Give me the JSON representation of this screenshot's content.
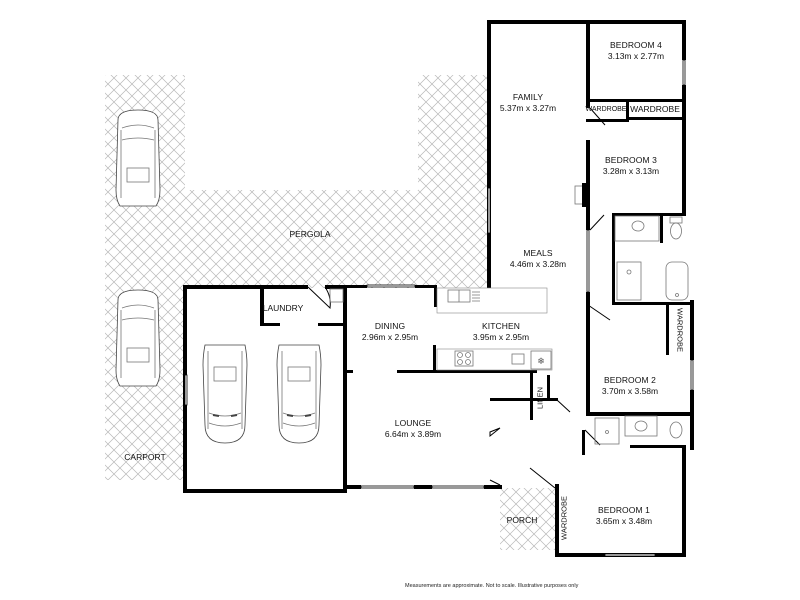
{
  "plan": {
    "rooms": [
      {
        "id": "family",
        "name": "FAMILY",
        "dims": "5.37m x 3.27m"
      },
      {
        "id": "bedroom4",
        "name": "BEDROOM 4",
        "dims": "3.13m x 2.77m"
      },
      {
        "id": "bedroom3",
        "name": "BEDROOM 3",
        "dims": "3.28m x 3.13m"
      },
      {
        "id": "meals",
        "name": "MEALS",
        "dims": "4.46m x 3.28m"
      },
      {
        "id": "dining",
        "name": "DINING",
        "dims": "2.96m x 2.95m"
      },
      {
        "id": "kitchen",
        "name": "KITCHEN",
        "dims": "3.95m x 2.95m"
      },
      {
        "id": "bedroom2",
        "name": "BEDROOM 2",
        "dims": "3.70m x 3.58m"
      },
      {
        "id": "lounge",
        "name": "LOUNGE",
        "dims": "6.64m x 3.89m"
      },
      {
        "id": "bedroom1",
        "name": "BEDROOM 1",
        "dims": "3.65m x 3.48m"
      }
    ],
    "areas": {
      "pergola": "PERGOLA",
      "laundry": "LAUNDRY",
      "carport": "CARPORT",
      "porch": "PORCH"
    },
    "storage": {
      "wardrobe_b4_left": "WARDROBE",
      "wardrobe_b4_right": "WARDROBE",
      "wardrobe_b2": "WARDROBE",
      "wardrobe_b1": "WARDROBE",
      "linen": "LINEN"
    },
    "icons": {
      "cars": [
        "car-carport-top",
        "car-carport-bottom",
        "car-garage-left",
        "car-garage-right"
      ],
      "fixtures": [
        "sink-laundry",
        "sink-kitchen",
        "cooktop",
        "microwave",
        "fridge",
        "basin-ensuite",
        "toilet-ensuite",
        "shower",
        "bath",
        "basin-bathroom",
        "toilet-bathroom",
        "shower-bathroom"
      ]
    },
    "colors": {
      "wall": "#000000",
      "hatch": "#b8b8b8",
      "background": "#ffffff"
    }
  },
  "footer": {
    "disclaimer": "Measurements are approximate.  Not to scale.  Illustrative purposes only"
  }
}
